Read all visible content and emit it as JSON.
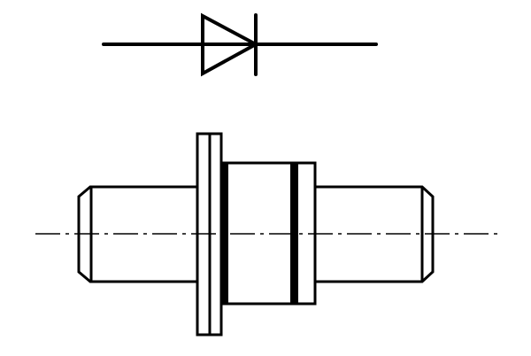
{
  "colors": {
    "stroke": "#000000",
    "background": "#ffffff",
    "fill": "#000000"
  },
  "diagram": {
    "elements": [
      "diode-symbol",
      "flange-shaft-part",
      "center-line"
    ]
  }
}
